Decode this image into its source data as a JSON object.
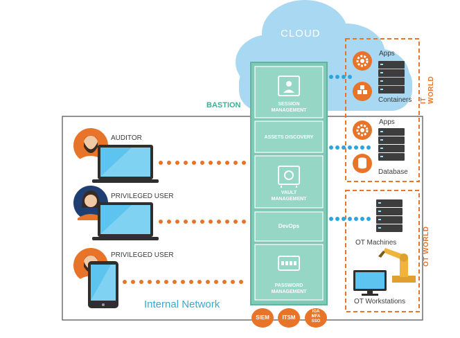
{
  "cloud": {
    "label": "CLOUD"
  },
  "bastion": {
    "label": "BASTION",
    "modules": [
      {
        "label": "SESSION\nMANAGEMENT",
        "icon": "session-manager-icon"
      },
      {
        "label": "ASSETS DISCOVERY"
      },
      {
        "label": "VAULT\nMANAGEMENT",
        "icon": "vault-safe-icon"
      },
      {
        "label": "DevOps"
      },
      {
        "label": "PASSWORD\nMANAGEMENT",
        "icon": "password-keypad-icon"
      }
    ],
    "integrations": [
      "SIEM",
      "ITSM",
      "IGA\nMFA\nSSO"
    ]
  },
  "internal_network": {
    "label": "Internal Network"
  },
  "users": [
    {
      "label": "AUDITOR",
      "device": "laptop"
    },
    {
      "label": "PRIVILEGED USER",
      "device": "laptop"
    },
    {
      "label": "PRIVILEGED USER",
      "device": "tablet"
    }
  ],
  "it_world": {
    "label": "IT WORLD",
    "groups": [
      {
        "items": [
          {
            "label": "Apps",
            "icon": "gear-icon"
          },
          {
            "label": "Containers",
            "icon": "containers-icon"
          }
        ]
      },
      {
        "items": [
          {
            "label": "Apps",
            "icon": "gear-icon"
          },
          {
            "label": "Database",
            "icon": "database-icon"
          }
        ]
      }
    ]
  },
  "ot_world": {
    "label": "OT WORLD",
    "items": [
      {
        "label": "OT Machines"
      },
      {
        "label": "OT Workstations"
      }
    ]
  },
  "colors": {
    "orange": "#e8742a",
    "teal": "#7fc9b6",
    "teal_dark": "#5fb59e",
    "cloud": "#a9d8f3",
    "blue_dots": "#2aa6df",
    "screen_blue": "#5cc4ee",
    "server": "#3d3d3d"
  }
}
